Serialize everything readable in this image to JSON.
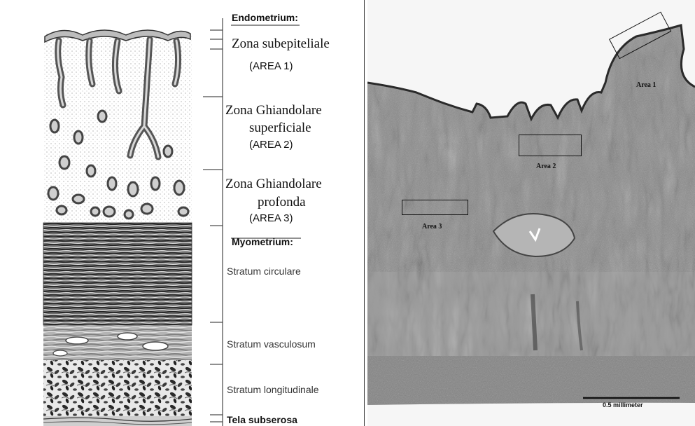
{
  "diagram": {
    "layers": {
      "endometrium_heading": "Endometrium:",
      "zone1_name": "Zona subepiteliale",
      "zone1_area": "(AREA 1)",
      "zone2_name_line1": "Zona Ghiandolare",
      "zone2_name_line2": "superficiale",
      "zone2_area": "(AREA 2)",
      "zone3_name_line1": "Zona Ghiandolare",
      "zone3_name_line2": "profonda",
      "zone3_area": "(AREA 3)",
      "myometrium_heading": "Myometrium:",
      "stratum_circulare": "Stratum circulare",
      "stratum_vasculosum": "Stratum vasculosum",
      "stratum_longitudinale": "Stratum longitudinale",
      "tela_subserosa": "Tela subserosa"
    },
    "micrograph": {
      "area1_label": "Area 1",
      "area2_label": "Area 2",
      "area3_label": "Area 3",
      "scale_bar_label": "0.5 millimeter"
    }
  }
}
